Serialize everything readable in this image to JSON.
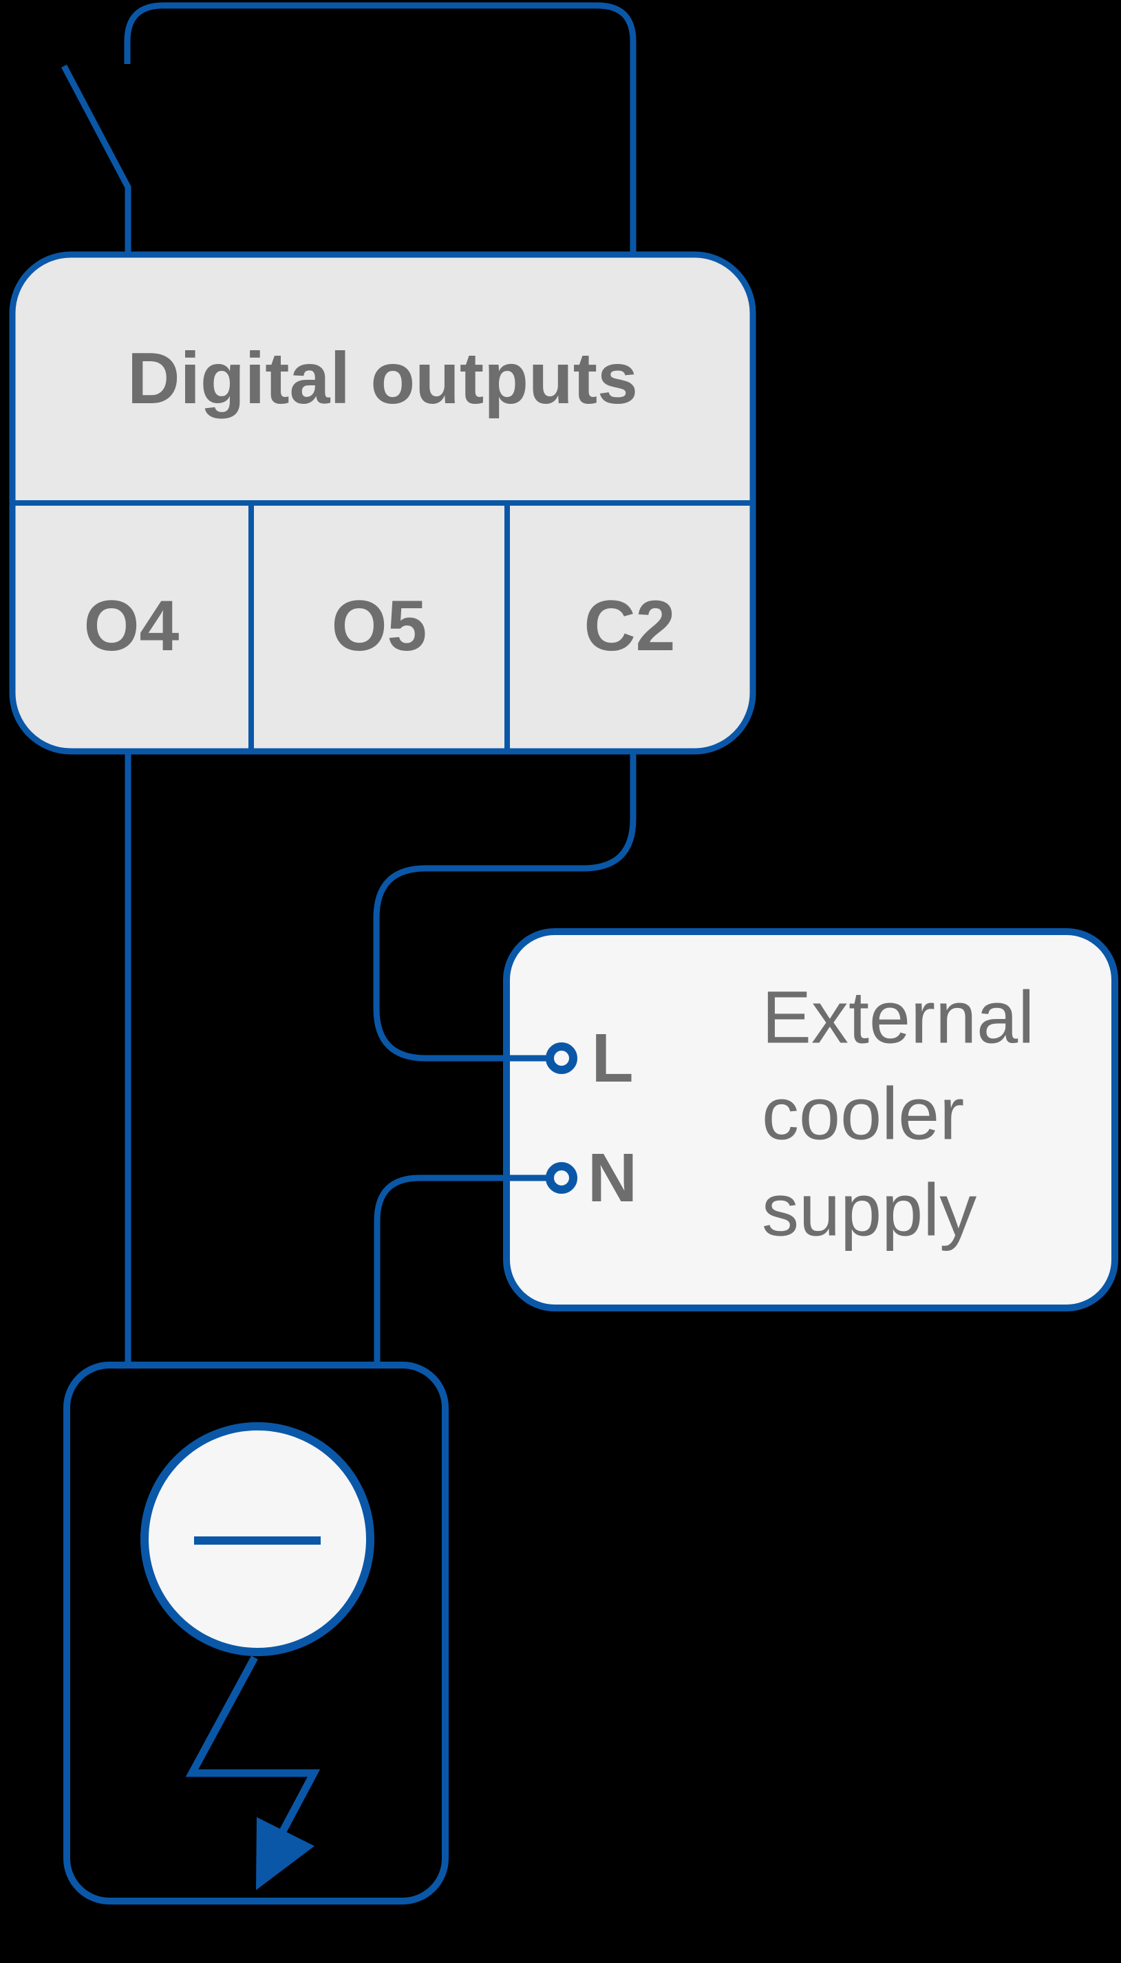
{
  "digital_outputs": {
    "title": "Digital outputs",
    "terminals": [
      "O4",
      "O5",
      "C2"
    ]
  },
  "cooler": {
    "terminal_l": "L",
    "terminal_n": "N",
    "label_lines": [
      "External",
      "cooler",
      "supply"
    ]
  },
  "icons": {
    "switch": "open-switch-icon",
    "lightning": "lightning-bolt-icon",
    "source": "supply-source-icon"
  },
  "colors": {
    "wire_blue": "#0a57a8",
    "box_fill_gray": "#e8e8e8",
    "panel_fill_light": "#f6f6f6",
    "text_gray": "#6e6e6e",
    "background": "#000000"
  }
}
